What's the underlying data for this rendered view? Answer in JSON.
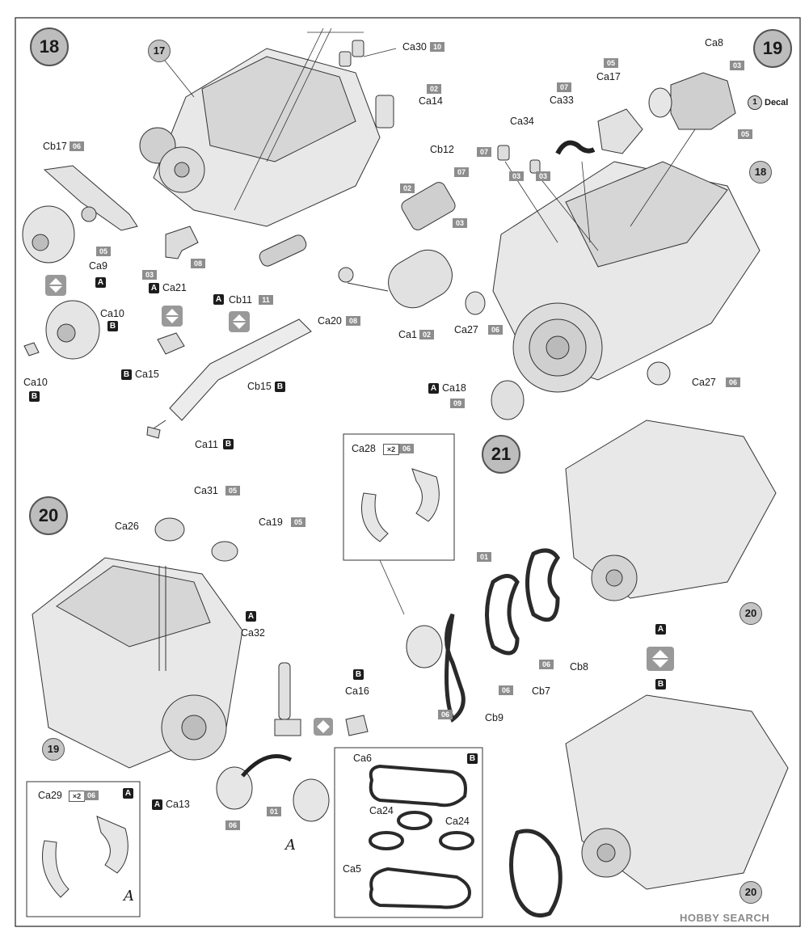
{
  "steps": {
    "s18": "18",
    "s19": "19",
    "s20": "20",
    "s21": "21",
    "ref17": "17",
    "ref18": "18",
    "ref19": "19",
    "ref20a": "20",
    "ref20b": "20"
  },
  "parts": {
    "ca30": "Ca30",
    "ca30_sprue": "10",
    "ca14": "Ca14",
    "ca14_sprue": "02",
    "cb17": "Cb17",
    "cb17_sprue": "06",
    "cb12": "Cb12",
    "cb12_sprue": "07",
    "cb12_sprue_b": "02",
    "cb12_sprue_c": "03",
    "ca9": "Ca9",
    "ca9_sprue": "05",
    "ca21": "Ca21",
    "ca21_sprue_a": "03",
    "ca21_sprue_b": "08",
    "cb11": "Cb11",
    "cb11_sprue": "11",
    "ca20": "Ca20",
    "ca20_sprue": "08",
    "ca1": "Ca1",
    "ca1_sprue": "02",
    "ca10": "Ca10",
    "ca10b": "Ca10",
    "ca15": "Ca15",
    "cb15": "Cb15",
    "ca11": "Ca11",
    "ca8": "Ca8",
    "ca8_sprue": "03",
    "ca8_sprue_b": "05",
    "decal_num": "1",
    "decal": "Decal",
    "ca17": "Ca17",
    "ca17_sprue": "05",
    "ca33": "Ca33",
    "ca33_sprue": "07",
    "ca34": "Ca34",
    "ca34_sprue_a": "07",
    "ca34_sprue_b": "03",
    "ca34_sprue_c": "03",
    "ca27a": "Ca27",
    "ca27a_sprue": "06",
    "ca27b": "Ca27",
    "ca27b_sprue": "06",
    "ca18": "Ca18",
    "ca18_sprue": "09",
    "ca28": "Ca28",
    "ca28_mult": "×2",
    "ca28_sprue": "06",
    "ca31": "Ca31",
    "ca31_sprue": "05",
    "ca26": "Ca26",
    "ca19": "Ca19",
    "ca19_sprue": "05",
    "ca32": "Ca32",
    "ca16": "Ca16",
    "ca13": "Ca13",
    "ca13_sprue_a": "06",
    "ca13_sprue_b": "01",
    "ca29": "Ca29",
    "ca29_mult": "×2",
    "ca29_sprue": "06",
    "belts_sprue": "01",
    "cb8": "Cb8",
    "cb8_sprue": "06",
    "cb7": "Cb7",
    "cb7_sprue": "06",
    "cb9": "Cb9",
    "cb9_sprue": "06",
    "ca6": "Ca6",
    "ca24a": "Ca24",
    "ca24b": "Ca24",
    "ca5": "Ca5"
  },
  "variants": {
    "a": "A",
    "b": "B"
  },
  "detail_labels": {
    "a1": "A",
    "a2": "A",
    "a3": "A"
  },
  "brand": "HOBBY SEARCH",
  "colors": {
    "grey_box": "#8d8d8d",
    "step_circle": "#bdbdbd",
    "ink": "#1a1a1a"
  }
}
